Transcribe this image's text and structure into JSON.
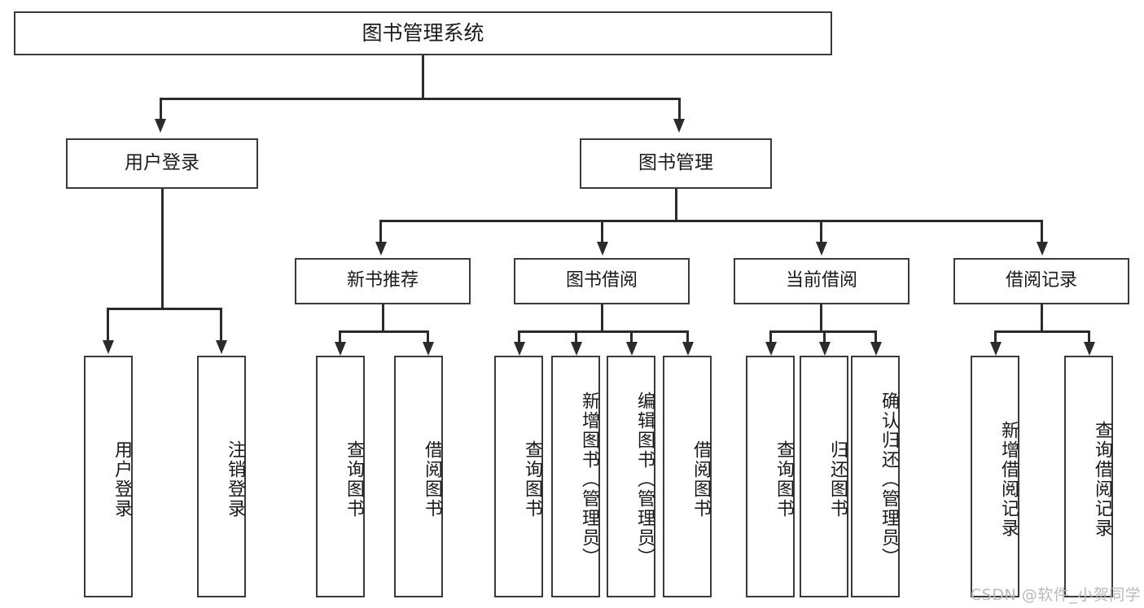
{
  "diagram": {
    "title": "图书管理系统",
    "type": "tree",
    "root": {
      "id": "root",
      "label": "图书管理系统"
    },
    "level1": [
      {
        "id": "user-login",
        "label": "用户登录"
      },
      {
        "id": "book-manage",
        "label": "图书管理"
      }
    ],
    "level2": [
      {
        "id": "new-book-recommend",
        "label": "新书推荐",
        "parent": "book-manage"
      },
      {
        "id": "book-borrow",
        "label": "图书借阅",
        "parent": "book-manage"
      },
      {
        "id": "current-borrow",
        "label": "当前借阅",
        "parent": "book-manage"
      },
      {
        "id": "borrow-record",
        "label": "借阅记录",
        "parent": "book-manage"
      }
    ],
    "leaves": {
      "user-login": [
        {
          "id": "leaf-user-login",
          "label": "用户登录"
        },
        {
          "id": "leaf-logout",
          "label": "注销登录"
        }
      ],
      "new-book-recommend": [
        {
          "id": "leaf-query-book-1",
          "label": "查询图书"
        },
        {
          "id": "leaf-borrow-book-1",
          "label": "借阅图书"
        }
      ],
      "book-borrow": [
        {
          "id": "leaf-query-book-2",
          "label": "查询图书"
        },
        {
          "id": "leaf-add-book",
          "label": "新增图书（管理员）"
        },
        {
          "id": "leaf-edit-book",
          "label": "编辑图书（管理员）"
        },
        {
          "id": "leaf-borrow-book-2",
          "label": "借阅图书"
        }
      ],
      "current-borrow": [
        {
          "id": "leaf-query-book-3",
          "label": "查询图书"
        },
        {
          "id": "leaf-return-book",
          "label": "归还图书"
        },
        {
          "id": "leaf-confirm-return",
          "label": "确认归还（管理员）"
        }
      ],
      "borrow-record": [
        {
          "id": "leaf-add-record",
          "label": "新增借阅记录"
        },
        {
          "id": "leaf-query-record",
          "label": "查询借阅记录"
        }
      ]
    },
    "colors": {
      "box_border": "#3a3a3a",
      "connector": "#2b2b2b",
      "background": "#ffffff",
      "text": "#1a1a1a",
      "watermark": "#b9b9b9"
    }
  },
  "watermark": {
    "text": "CSDN @软件_小贺同学"
  }
}
